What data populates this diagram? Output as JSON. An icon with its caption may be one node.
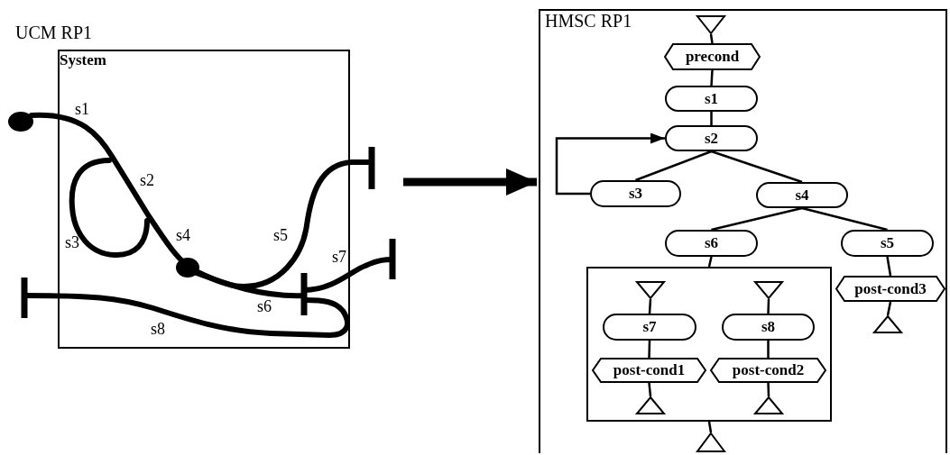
{
  "diagram": {
    "nodes": [
      {
        "text": [
          "System"
        ]
      },
      {
        "text": [
          "HMSC RP1"
        ]
      },
      {
        "text": [],
        "shape": "triangle",
        "in": 1
      },
      {
        "text": [
          "precond"
        ],
        "in": 1
      },
      {
        "text": [
          "s1"
        ],
        "in": 1
      },
      {
        "text": [
          "s2"
        ],
        "in": 1
      },
      {
        "text": [
          "s3"
        ],
        "in": 1
      },
      {
        "text": [
          "s4"
        ],
        "in": 1
      },
      {
        "text": [
          "s6"
        ],
        "in": 1
      },
      {
        "text": [
          "s5"
        ],
        "in": 1
      },
      {
        "text": [
          "post-cond3"
        ],
        "in": 1
      },
      {
        "text": [],
        "shape": "triangle",
        "in": 1
      },
      {
        "text": [],
        "shape": "box",
        "in": 1
      },
      {
        "text": [],
        "shape": "triangle",
        "in": 12
      },
      {
        "text": [],
        "shape": "triangle",
        "in": 12
      },
      {
        "text": [
          "s7"
        ],
        "in": 12
      },
      {
        "text": [
          "s8"
        ],
        "in": 12
      },
      {
        "text": [
          "post-cond1"
        ],
        "in": 12
      },
      {
        "text": [
          "post-cond2"
        ],
        "in": 12
      },
      {
        "text": [],
        "shape": "triangle",
        "in": 12
      },
      {
        "text": [],
        "shape": "triangle",
        "in": 12
      },
      {
        "text": [],
        "shape": "triangle",
        "in": 1
      }
    ],
    "edges": [
      {
        "from": null,
        "to": 1,
        "arrow": "to",
        "style": "thick"
      },
      {
        "from": 2,
        "to": 3,
        "arrow": "none"
      },
      {
        "from": 3,
        "to": 4,
        "arrow": "none"
      },
      {
        "from": 4,
        "to": 5,
        "arrow": "none"
      },
      {
        "from": 5,
        "to": 6,
        "arrow": "none"
      },
      {
        "from": 5,
        "to": 7,
        "arrow": "none"
      },
      {
        "from": 6,
        "to": 5,
        "arrow": "to"
      },
      {
        "from": 7,
        "to": 8,
        "arrow": "none"
      },
      {
        "from": 7,
        "to": 9,
        "arrow": "none"
      },
      {
        "from": 9,
        "to": 10,
        "arrow": "none"
      },
      {
        "from": 10,
        "to": 11,
        "arrow": "none"
      },
      {
        "from": 8,
        "to": 12,
        "arrow": "none"
      },
      {
        "from": 12,
        "to": 21,
        "arrow": "none"
      },
      {
        "from": 13,
        "to": 15,
        "arrow": "none"
      },
      {
        "from": 15,
        "to": 17,
        "arrow": "none"
      },
      {
        "from": 17,
        "to": 19,
        "arrow": "none"
      },
      {
        "from": 14,
        "to": 16,
        "arrow": "none"
      },
      {
        "from": 16,
        "to": 18,
        "arrow": "none"
      },
      {
        "from": 18,
        "to": 20,
        "arrow": "none"
      }
    ],
    "labels": [
      "UCM RP1",
      "s1",
      "s2",
      "s3",
      "s4",
      "s5",
      "s7",
      "s6",
      "s8"
    ]
  }
}
